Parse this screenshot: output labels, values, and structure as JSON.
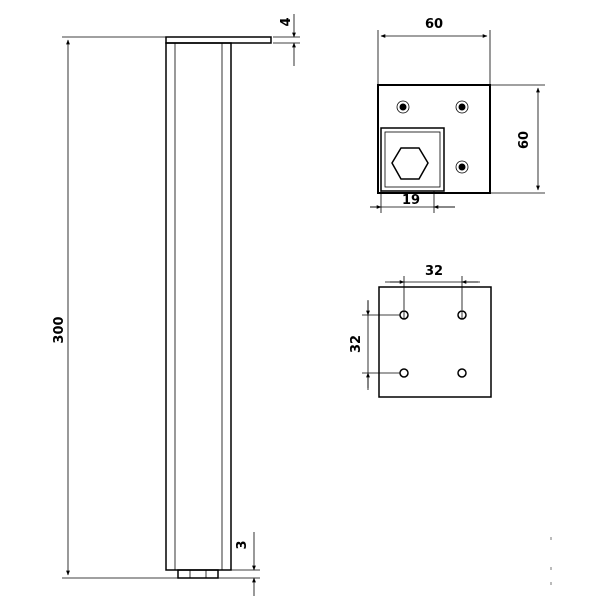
{
  "dimensions": {
    "leg_height": "300",
    "plate_thickness": "4",
    "foot_height": "3",
    "plate_width": "60",
    "plate_depth": "60",
    "tube_size": "19",
    "hole_spacing_x": "32",
    "hole_spacing_y": "32"
  }
}
